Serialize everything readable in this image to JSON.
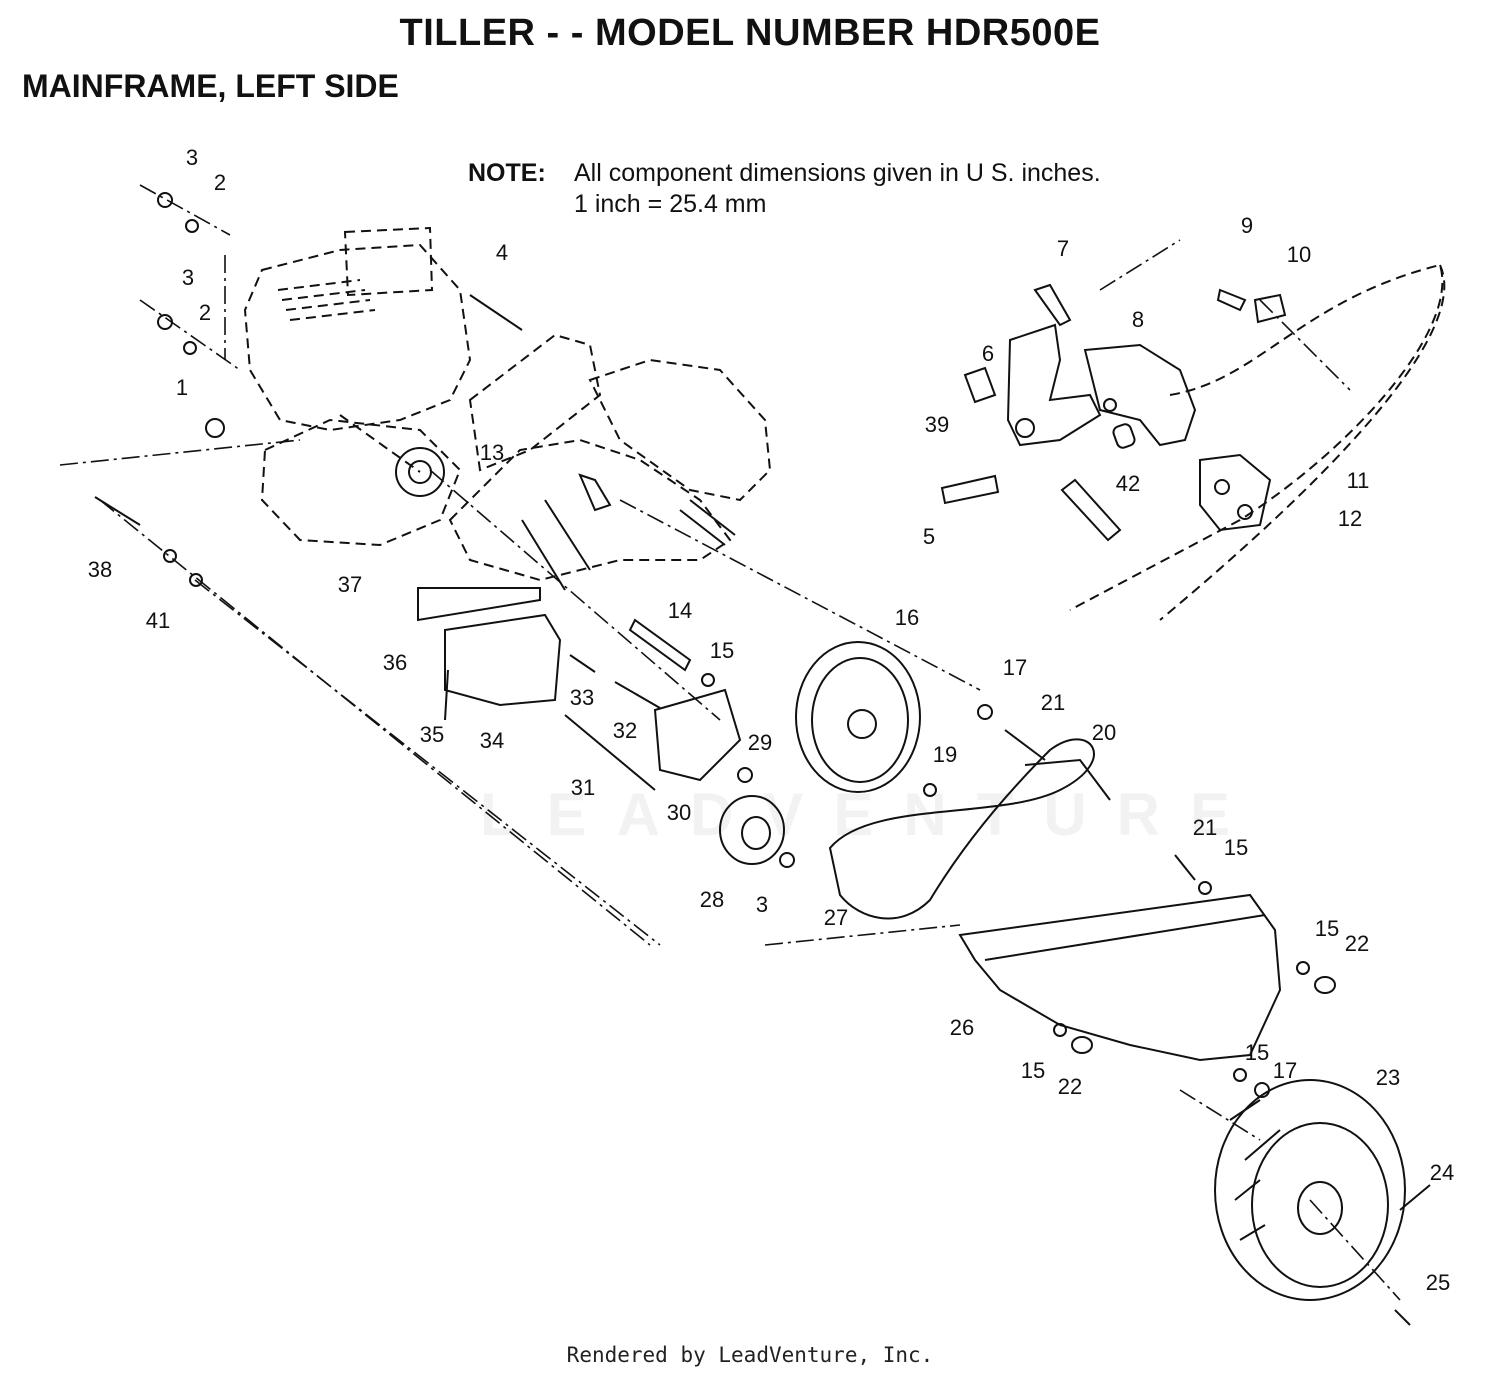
{
  "header": {
    "title": "TILLER - - MODEL NUMBER HDR500E",
    "subtitle": "MAINFRAME, LEFT SIDE"
  },
  "note": {
    "label": "NOTE:",
    "line1": "All component dimensions given in U S. inches.",
    "line2": "1 inch = 25.4 mm"
  },
  "watermark": "LEADVENTURE",
  "footer": "Rendered by LeadVenture, Inc.",
  "callouts": [
    "3",
    "2",
    "3",
    "2",
    "1",
    "4",
    "13",
    "37",
    "38",
    "41",
    "36",
    "35",
    "34",
    "33",
    "32",
    "31",
    "30",
    "29",
    "28",
    "3",
    "14",
    "15",
    "16",
    "17",
    "19",
    "21",
    "20",
    "21",
    "15",
    "27",
    "26",
    "15",
    "22",
    "15",
    "22",
    "15",
    "17",
    "23",
    "24",
    "25",
    "7",
    "8",
    "6",
    "39",
    "42",
    "5",
    "9",
    "10",
    "11",
    "12"
  ]
}
